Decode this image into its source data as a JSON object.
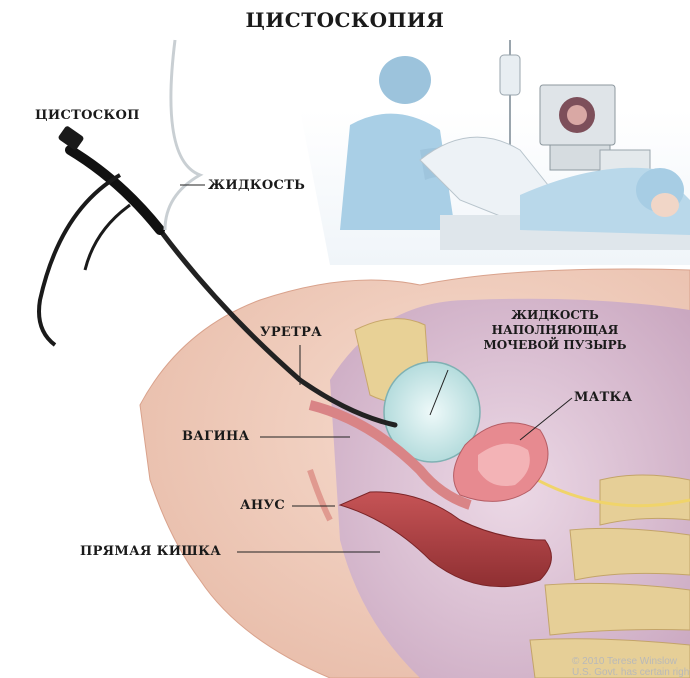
{
  "title": "ЦИСТОСКОПИЯ",
  "labels": {
    "cystoscope": "ЦИСТОСКОП",
    "fluid": "ЖИДКОСТЬ",
    "urethra": "УРЕТРА",
    "bladder_fluid": [
      "ЖИДКОСТЬ",
      "НАПОЛНЯЮЩАЯ",
      "МОЧЕВОЙ ПУЗЫРЬ"
    ],
    "uterus": "МАТКА",
    "vagina": "ВАГИНА",
    "anus": "АНУС",
    "rectum": "ПРЯМАЯ КИШКА"
  },
  "copyright": [
    "© 2010 Terese Winslow",
    "U.S. Govt. has certain rights"
  ],
  "colors": {
    "skin": "#f2d3c2",
    "bladder": "#cfe9ea",
    "rectum": "#b8474a",
    "uterus": "#e8868d",
    "bone": "#e9d49a",
    "gown": "#aed0e6"
  }
}
